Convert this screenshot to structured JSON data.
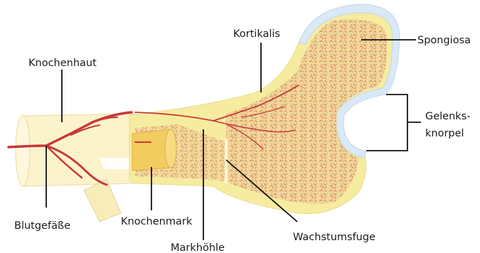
{
  "labels": {
    "knochenhaut": "Knochenhaut",
    "kortikalis": "Kortikalis",
    "spongiosa": "Spongiosa",
    "gelenkknorpel_1": "Gelenks-",
    "gelenkknorpel_2": "knorpel",
    "blutgefaesse": "Blutgefäße",
    "knochenmark": "Knochenmark",
    "markhoehle": "Markhöhle",
    "wachstumsfuge": "Wachstumsfuge"
  },
  "colors": {
    "periosteum": "#fbf3cc",
    "cortex": "#f6ec9f",
    "spongiosa_base": "#f2d79a",
    "spongiosa_fleck": "#d98a5c",
    "cartilage": "#d9e9f5",
    "marrow": "#f2cc5e",
    "vessel": "#c8383d",
    "leader": "#111111"
  }
}
